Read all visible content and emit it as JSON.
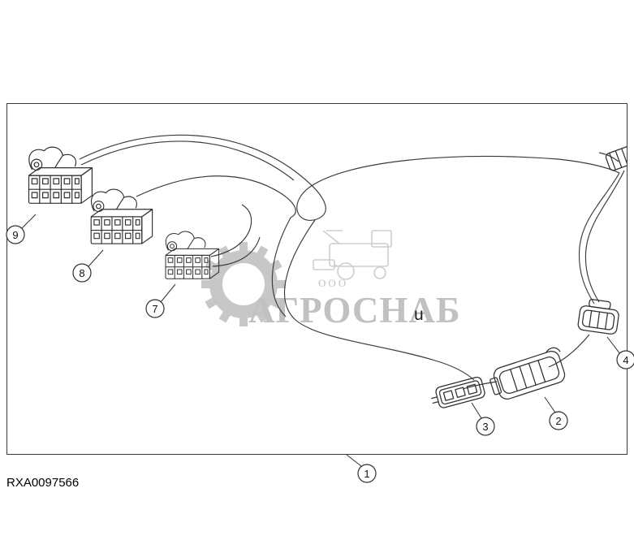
{
  "figure": {
    "part_code": "RXA0097566",
    "watermark": {
      "ooo": "ООО",
      "brand": "АГРОСНАБ",
      "mark": "u"
    },
    "callouts": [
      {
        "label": "1"
      },
      {
        "label": "2"
      },
      {
        "label": "3"
      },
      {
        "label": "4"
      },
      {
        "label": "7"
      },
      {
        "label": "8"
      },
      {
        "label": "9"
      }
    ]
  }
}
